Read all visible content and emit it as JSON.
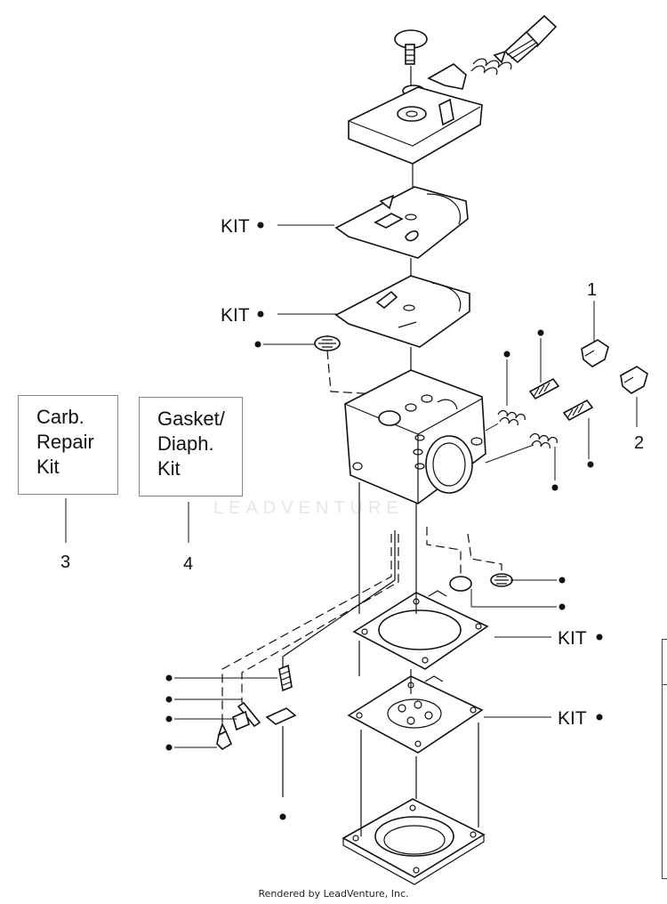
{
  "callouts": {
    "kit_label": "KIT",
    "numbers": [
      "1",
      "2",
      "3",
      "4"
    ]
  },
  "kits": [
    {
      "id": "3",
      "lines": [
        "Carb.",
        "Repair",
        "Kit"
      ]
    },
    {
      "id": "4",
      "lines": [
        "Gasket/",
        "Diaph.",
        "Kit"
      ]
    }
  ],
  "watermark": "LEADVENTURE",
  "footer": "Rendered by LeadVenture, Inc."
}
